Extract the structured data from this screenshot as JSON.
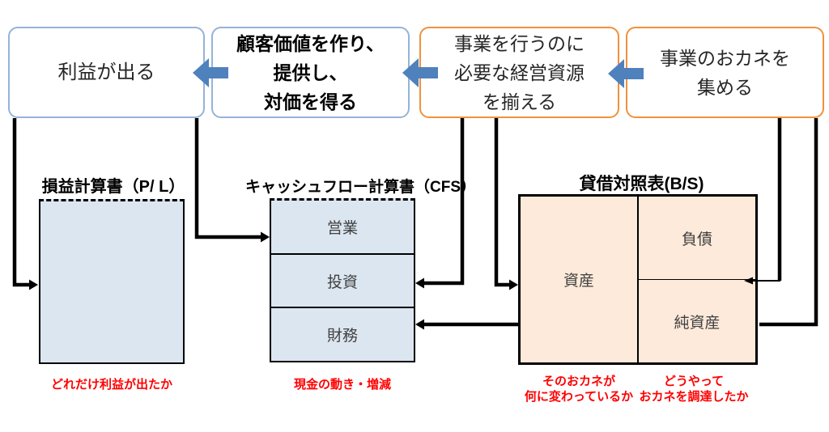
{
  "colors": {
    "box_blue_border": "#95b3d7",
    "box_orange_border": "#f0913d",
    "arrow_blue": "#4f81bd",
    "fill_blue": "#dce6f1",
    "fill_orange": "#fdeada",
    "caption_red": "#ff0000",
    "connector_black": "#000000"
  },
  "flow": {
    "boxes": [
      {
        "id": "profit",
        "lines": [
          "利益が出る"
        ]
      },
      {
        "id": "customer",
        "lines": [
          "顧客価値を作り、",
          "提供し、",
          "対価を得る"
        ]
      },
      {
        "id": "resources",
        "lines": [
          "事業を行うのに",
          "必要な経営資源",
          "を揃える"
        ]
      },
      {
        "id": "fundraising",
        "lines": [
          "事業のおカネを",
          "集める"
        ]
      }
    ]
  },
  "statements": {
    "pl": {
      "title": "損益計算書（P/ L）",
      "caption": "どれだけ利益が出たか"
    },
    "cfs": {
      "title": "キャッシュフロー計算書（CFS）",
      "rows": [
        "営業",
        "投資",
        "財務"
      ],
      "caption": "現金の動き・増減"
    },
    "bs": {
      "title": "貸借対照表(B/S)",
      "assets": "資産",
      "liabilities": "負債",
      "equity": "純資産",
      "caption_assets_lines": [
        "そのおカネが",
        "何に変わっているか"
      ],
      "caption_financing_lines": [
        "どうやって",
        "おカネを調達したか"
      ]
    }
  }
}
